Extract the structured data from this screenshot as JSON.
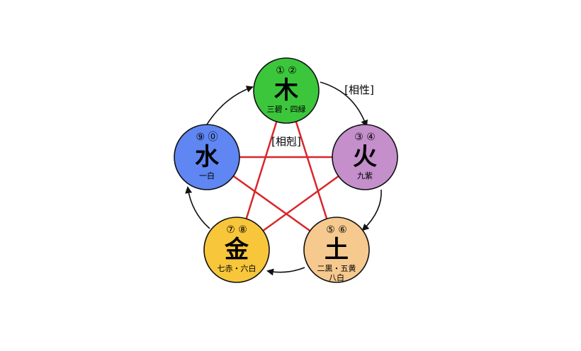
{
  "labels": {
    "generating": "[相性]",
    "overcoming": "[相剋]"
  },
  "colors": {
    "overcoming_line": "#d9262b",
    "generating_arrow": "#111111"
  },
  "elements": [
    {
      "key": "wood",
      "char": "木",
      "numbers": "① ②",
      "stars": [
        "三碧・四緑"
      ],
      "color": "#3cc63c"
    },
    {
      "key": "fire",
      "char": "火",
      "numbers": "③ ④",
      "stars": [
        "九紫"
      ],
      "color": "#c48fcb"
    },
    {
      "key": "earth",
      "char": "土",
      "numbers": "⑤ ⑥",
      "stars": [
        "二黒・五黄",
        "八白"
      ],
      "color": "#f6c98f"
    },
    {
      "key": "metal",
      "char": "金",
      "numbers": "⑦ ⑧",
      "stars": [
        "七赤・六白"
      ],
      "color": "#f7c63a"
    },
    {
      "key": "water",
      "char": "水",
      "numbers": "⑨ ⓪",
      "stars": [
        "一白"
      ],
      "color": "#5f86f2"
    }
  ]
}
